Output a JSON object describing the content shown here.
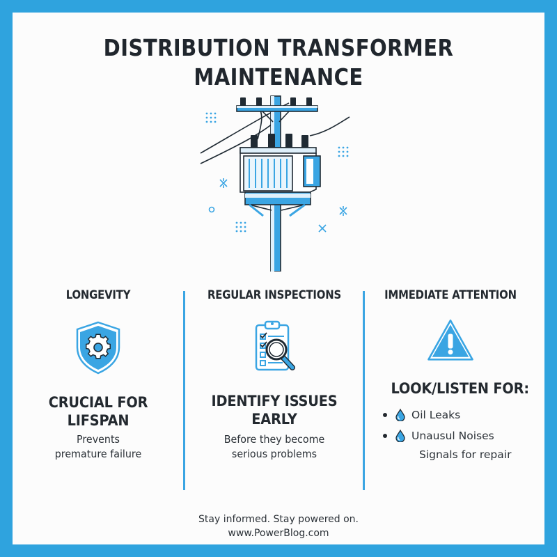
{
  "title": {
    "line1": "DISTRIBUTION TRANSFORMER",
    "line2": "MAINTENANCE"
  },
  "illustration": {
    "icon": "utility-pole-transformer-icon"
  },
  "colors": {
    "border": "#2fa3de",
    "accent": "#3aa5e3",
    "text": "#23292f",
    "background": "#fcfcfc"
  },
  "columns": [
    {
      "heading": "LONGEVITY",
      "icon": "shield-gear-icon",
      "main_line1": "CRUCIAL FOR",
      "main_line2": "LIFSPAN",
      "sub_line1": "Prevents",
      "sub_line2": "premature failure"
    },
    {
      "heading": "REGULAR INSPECTIONS",
      "icon": "clipboard-magnifier-icon",
      "main_line1": "IDENTIFY ISSUES",
      "main_line2": "EARLY",
      "sub_line1": "Before they become",
      "sub_line2": "serious problems"
    },
    {
      "heading": "IMMEDIATE ATTENTION",
      "icon": "warning-triangle-icon",
      "main_line1": "LOOK/LISTEN FOR:",
      "items": [
        {
          "icon": "droplet-icon",
          "label": "Oil Leaks"
        },
        {
          "icon": "droplet-icon",
          "label": "Unausul Noises"
        }
      ],
      "note": "Signals for repair"
    }
  ],
  "footer": {
    "tagline": "Stay informed. Stay powered on.",
    "website": "www.PowerBlog.com"
  }
}
